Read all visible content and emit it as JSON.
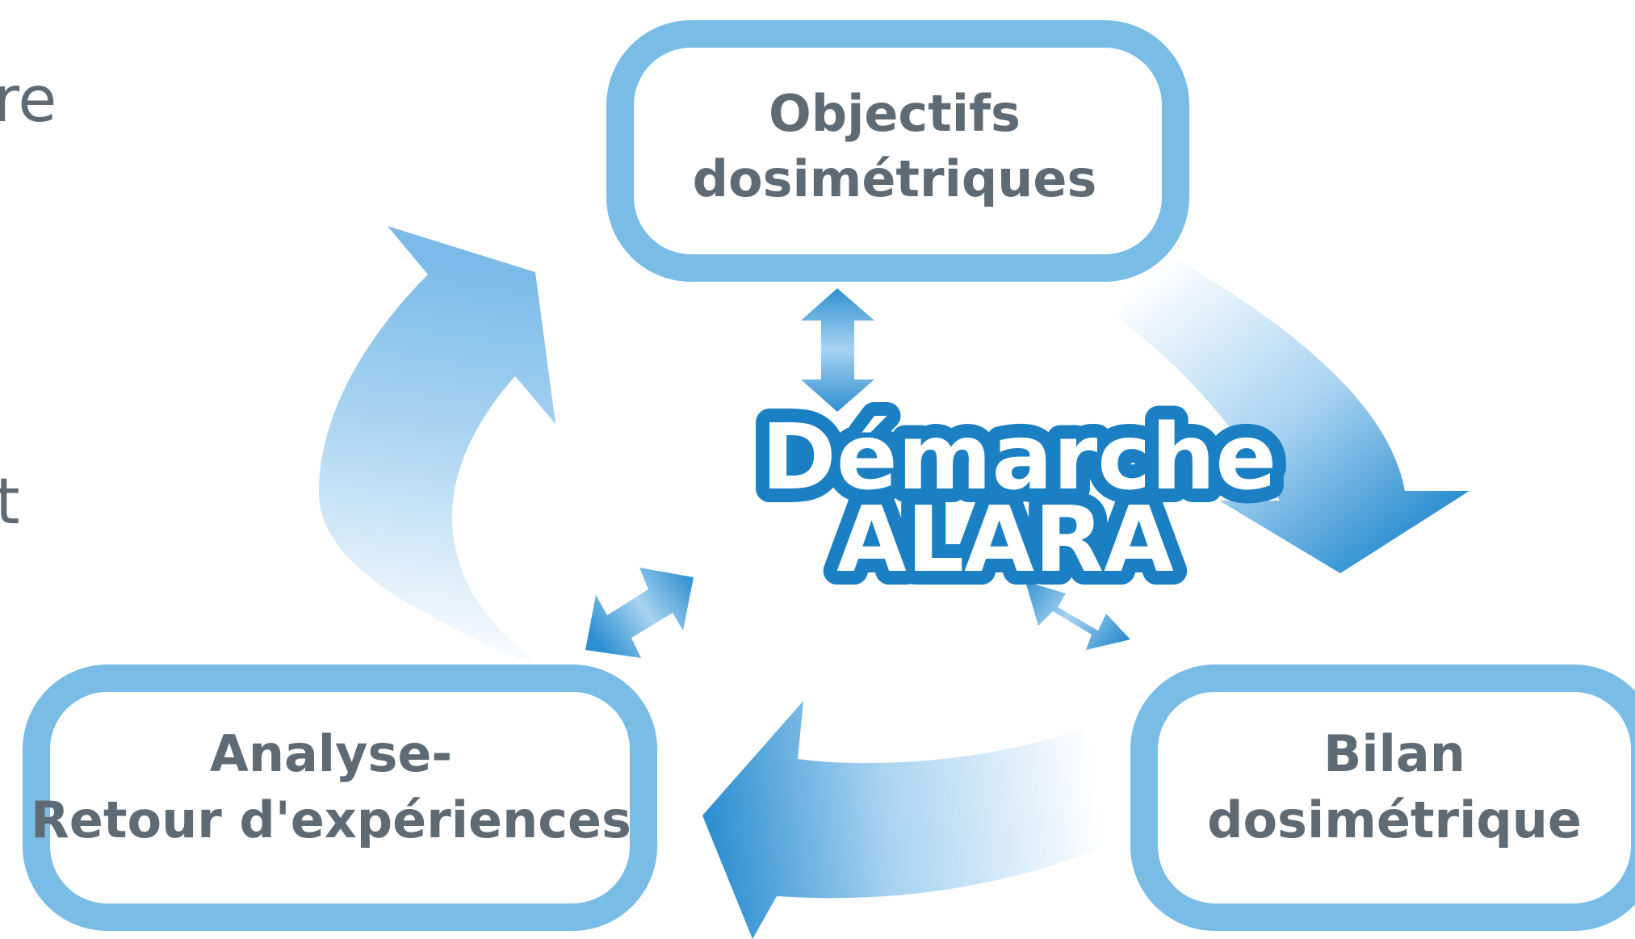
{
  "diagram": {
    "center": {
      "line1": "Démarche",
      "line2": "ALARA"
    },
    "nodes": {
      "objectifs": {
        "line1": "Objectifs",
        "line2": "dosimétriques"
      },
      "bilan": {
        "line1": "Bilan",
        "line2": "dosimétrique"
      },
      "analyse": {
        "line1": "Analyse-",
        "line2": "Retour d'expériences"
      }
    },
    "edge_text": {
      "top": "re",
      "middle": "t"
    }
  },
  "colors": {
    "box_border": "#79bde6",
    "arrow_blue": "#2d8fd0",
    "arrow_light": "#a8d3f1",
    "center_blue": "#1a7fc3",
    "text_gray": "#5e6a74"
  }
}
